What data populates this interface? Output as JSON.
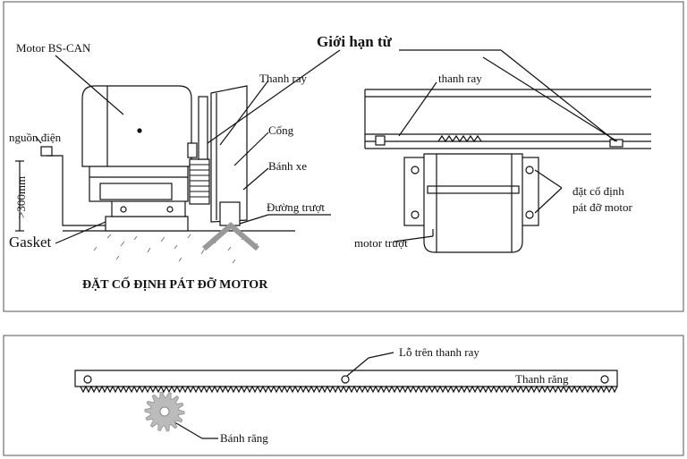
{
  "labels": {
    "motor_model": "Motor BS-CAN",
    "limit_switch": "Giới hạn từ",
    "power": "nguồn điện",
    "height": ">300mm",
    "rail_left": "Thanh ray",
    "gate": "Cổng",
    "wheel": "Bánh xe",
    "track": "Đường trượt",
    "gasket": "Gasket",
    "mount_caption": "ĐẶT CỐ ĐỊNH PÁT ĐỠ MOTOR",
    "rail_right": "thanh ray",
    "fix_bracket_line1": "đặt cố định",
    "fix_bracket_line2": "pát đỡ motor",
    "motor_slide": "motor trượt",
    "rail_hole": "Lỗ trên thanh ray",
    "rack": "Thanh răng",
    "gear": "Bánh răng"
  },
  "colors": {
    "line": "#111111",
    "frame": "#555555",
    "ground_hatch": "#999999",
    "background": "#ffffff"
  }
}
